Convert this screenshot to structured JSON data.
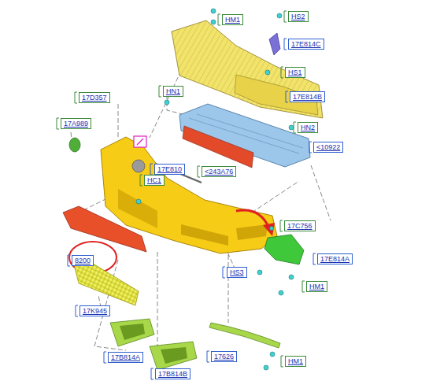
{
  "diagram": {
    "nodes": [
      {
        "text": [
          "HM1"
        ]
      },
      {
        "text": [
          "HS2"
        ]
      },
      {
        "text": [
          "17E814C"
        ]
      },
      {
        "text": [
          "HS1"
        ]
      },
      {
        "text": [
          "17E814B"
        ]
      },
      {
        "text": [
          "17D357"
        ]
      },
      {
        "text": [
          "HN1"
        ]
      },
      {
        "text": [
          "17A989"
        ]
      },
      {
        "text": [
          "HN2"
        ]
      },
      {
        "text": [
          "<10922"
        ]
      },
      {
        "text": [
          "17E810"
        ]
      },
      {
        "text": [
          "HC1"
        ]
      },
      {
        "text": [
          "<243A76"
        ]
      },
      {
        "text": [
          "17C756"
        ]
      },
      {
        "text": [
          "8200"
        ]
      },
      {
        "text": [
          "17E814A"
        ]
      },
      {
        "text": [
          "HS3"
        ]
      },
      {
        "text": [
          "HM1"
        ]
      },
      {
        "text": [
          "17K945"
        ]
      },
      {
        "text": [
          "17B814A"
        ]
      },
      {
        "text": [
          "17B814B"
        ]
      },
      {
        "text": [
          "17626"
        ]
      },
      {
        "text": [
          "HM1"
        ]
      }
    ]
  }
}
